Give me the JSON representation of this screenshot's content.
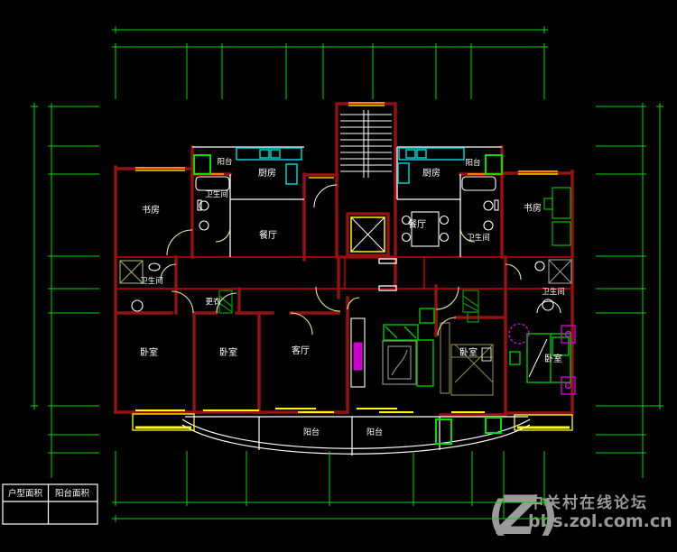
{
  "labels": {
    "balcony": "阳台",
    "kitchen": "厨房",
    "bathroom": "卫生间",
    "study": "书房",
    "dining": "餐厅",
    "dressing": "更衣",
    "bedroom": "卧室",
    "living": "客厅"
  },
  "area_table": {
    "header_left": "户型面积",
    "header_right": "阳台面积",
    "value_left": "",
    "value_right": ""
  },
  "watermark": {
    "logo_wrap_left": "(",
    "logo": "Z",
    "logo_wrap_right": ")",
    "site_name": "中关村在线论坛",
    "site_url": "bbs.zol.com.cn"
  },
  "colors": {
    "background": "#000000",
    "grid_green": "#00d900",
    "axis_red": "#d40000",
    "wall_maroon": "#951212",
    "window_orange": "#ff8000",
    "window_yellow": "#ffff00",
    "door_yellow": "#e8e89a",
    "fixture_white": "#ffffff",
    "counter_cyan": "#00dede",
    "furniture_green": "#00c400",
    "accent_magenta": "#e000e0",
    "watermark_gray": "#9a9a9a"
  }
}
